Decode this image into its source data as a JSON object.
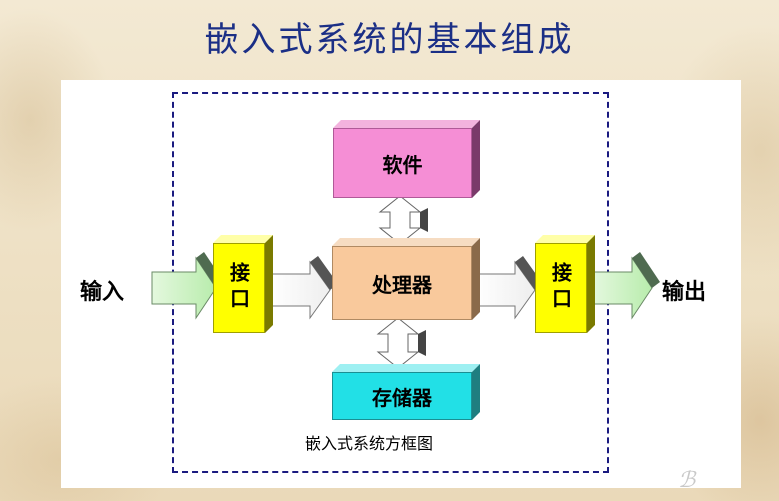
{
  "slide": {
    "title": "嵌入式系统的基本组成",
    "caption": "嵌入式系统方框图"
  },
  "diagram": {
    "input_label": "输入",
    "output_label": "输出",
    "nodes": {
      "software": "软件",
      "processor": "处理器",
      "memory": "存储器",
      "interface_left": "接口",
      "interface_right": "接口"
    }
  },
  "colors": {
    "title": "#1b2f86",
    "frame": "#1a1a80",
    "software": "#f58ed5",
    "processor": "#f9c99c",
    "memory": "#22e0e6",
    "interface": "#ffff00",
    "io_arrow": "#ccf3c4"
  }
}
